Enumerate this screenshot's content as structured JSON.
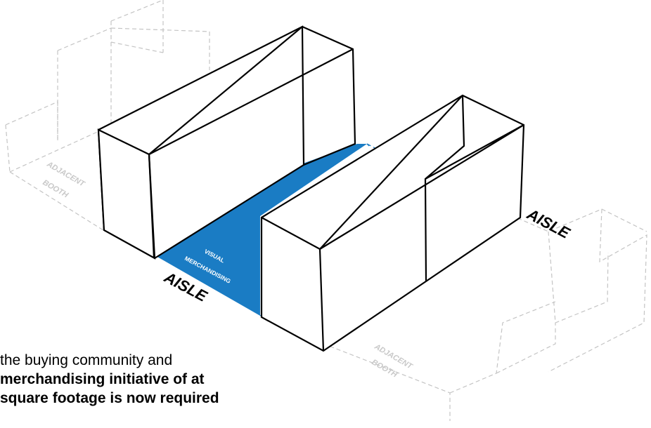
{
  "labels": {
    "aisle_left": "AISLE",
    "aisle_right": "AISLE",
    "adjacent_booth_left_line1": "ADJACENT",
    "adjacent_booth_left_line2": "BOOTH",
    "adjacent_booth_right_line1": "ADJACENT",
    "adjacent_booth_right_line2": "BOOTH",
    "visual_merch_line1": "VISUAL",
    "visual_merch_line2": "MERCHANDISING"
  },
  "body_text": {
    "line1": "the buying community and",
    "line2": "merchandising initiative of at",
    "line3": "square footage is now required"
  },
  "colors": {
    "highlight": "#1a7cc4",
    "ghost": "#c4c4c4",
    "outline": "#000000"
  }
}
